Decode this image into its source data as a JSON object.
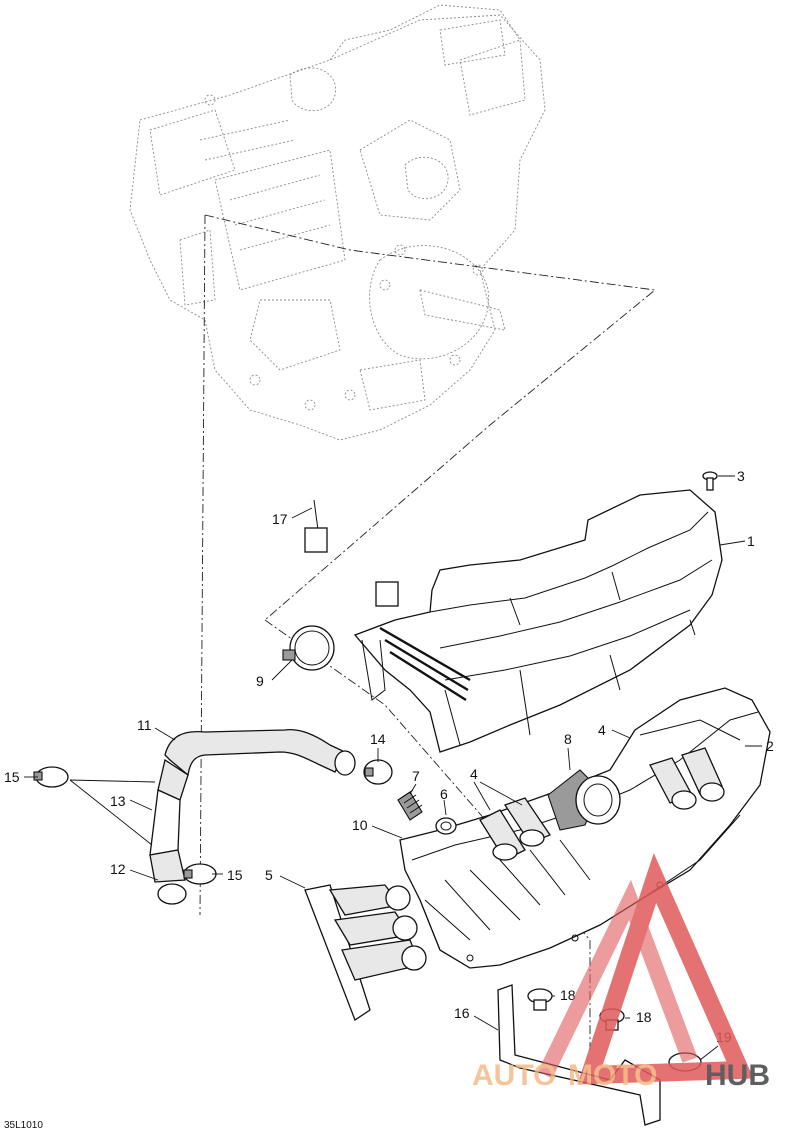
{
  "diagram": {
    "reference_code": "35L1010",
    "callouts": [
      "1",
      "2",
      "3",
      "4",
      "4",
      "5",
      "6",
      "7",
      "8",
      "9",
      "10",
      "11",
      "12",
      "13",
      "14",
      "15",
      "15",
      "16",
      "17",
      "18",
      "18",
      "19"
    ]
  },
  "watermark": {
    "brand_auto": "AUTO",
    "brand_moto": "MOTO",
    "brand_hub": "HUB",
    "color_red": "#e05a5a",
    "color_orange": "#f2b27a",
    "color_dark": "#444444"
  }
}
